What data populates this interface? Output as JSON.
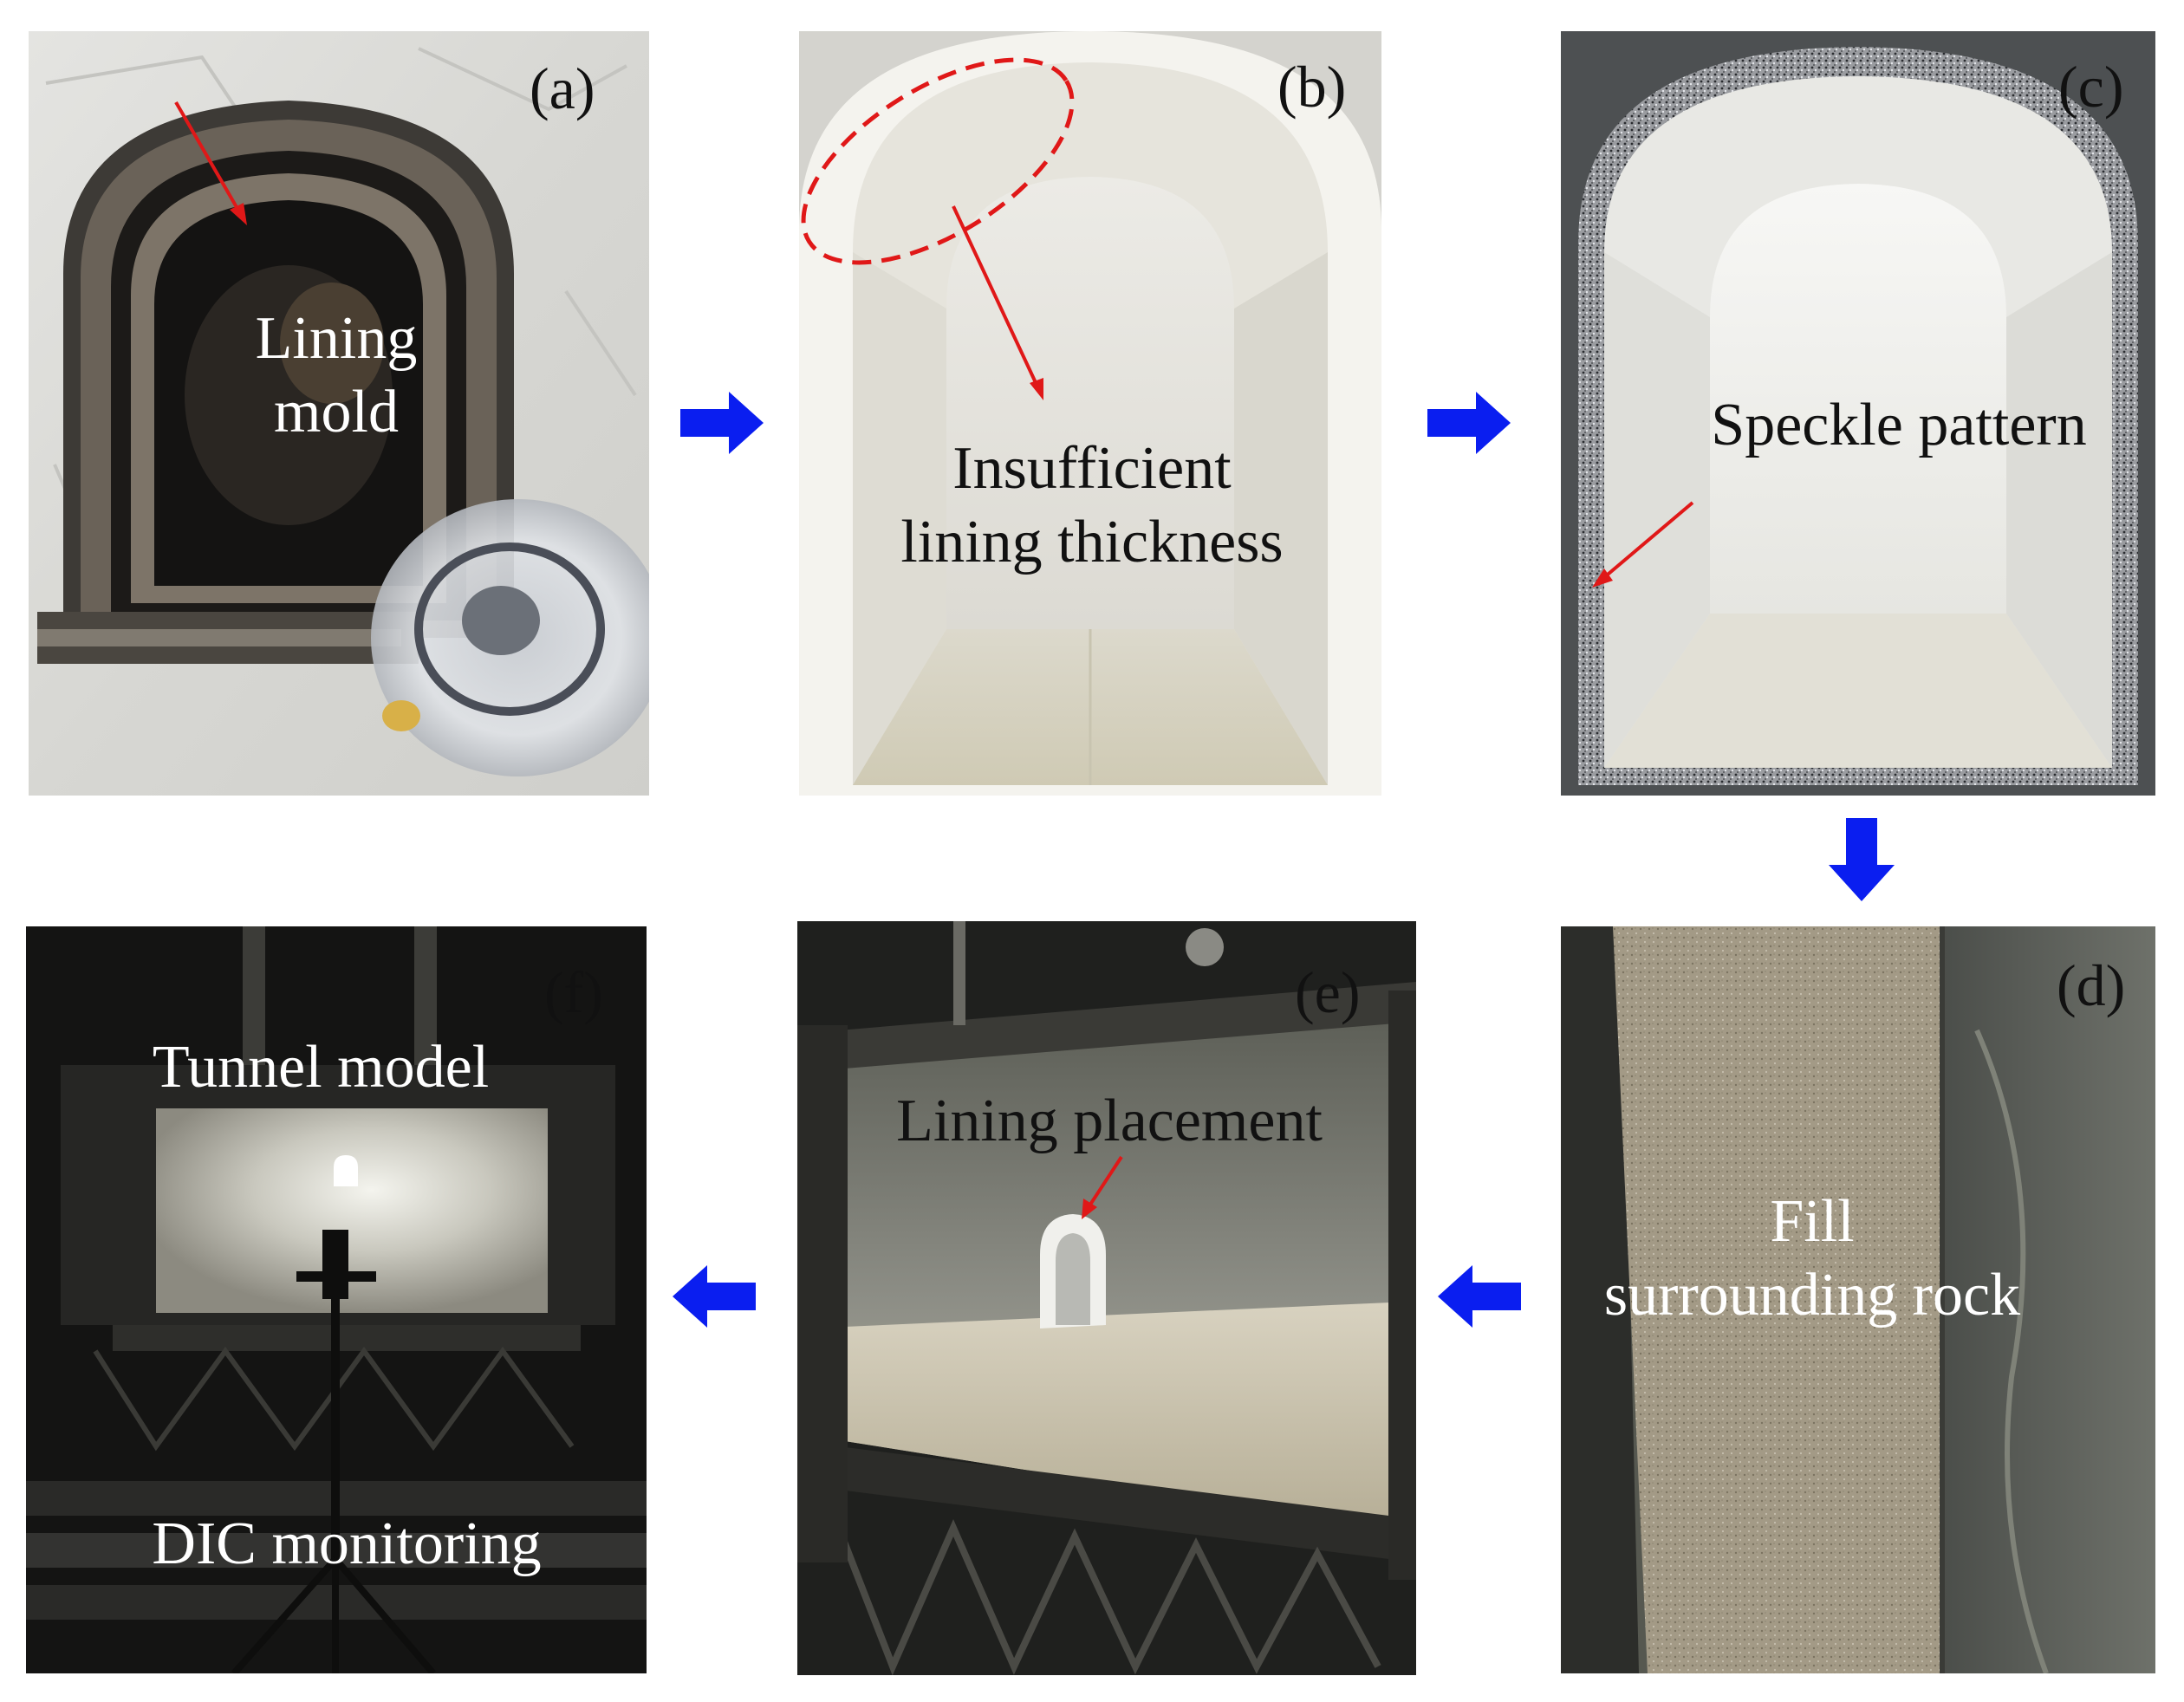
{
  "colors": {
    "flow_arrow": "#0a1ef0",
    "annotation_arrow": "#e01818",
    "caption_light": "#ffffff",
    "caption_dark": "#111111"
  },
  "panels": {
    "a": {
      "label": "(a)",
      "caption_line1": "Lining",
      "caption_line2": "mold"
    },
    "b": {
      "label": "(b)",
      "caption_line1": "Insufficient",
      "caption_line2": "lining thickness"
    },
    "c": {
      "label": "(c)",
      "caption": "Speckle pattern"
    },
    "d": {
      "label": "(d)",
      "caption_line1": "Fill",
      "caption_line2": "surrounding rock"
    },
    "e": {
      "label": "(e)",
      "caption": "Lining placement"
    },
    "f": {
      "label": "(f)",
      "caption_top": "Tunnel model",
      "caption_bottom": "DIC monitoring"
    }
  }
}
